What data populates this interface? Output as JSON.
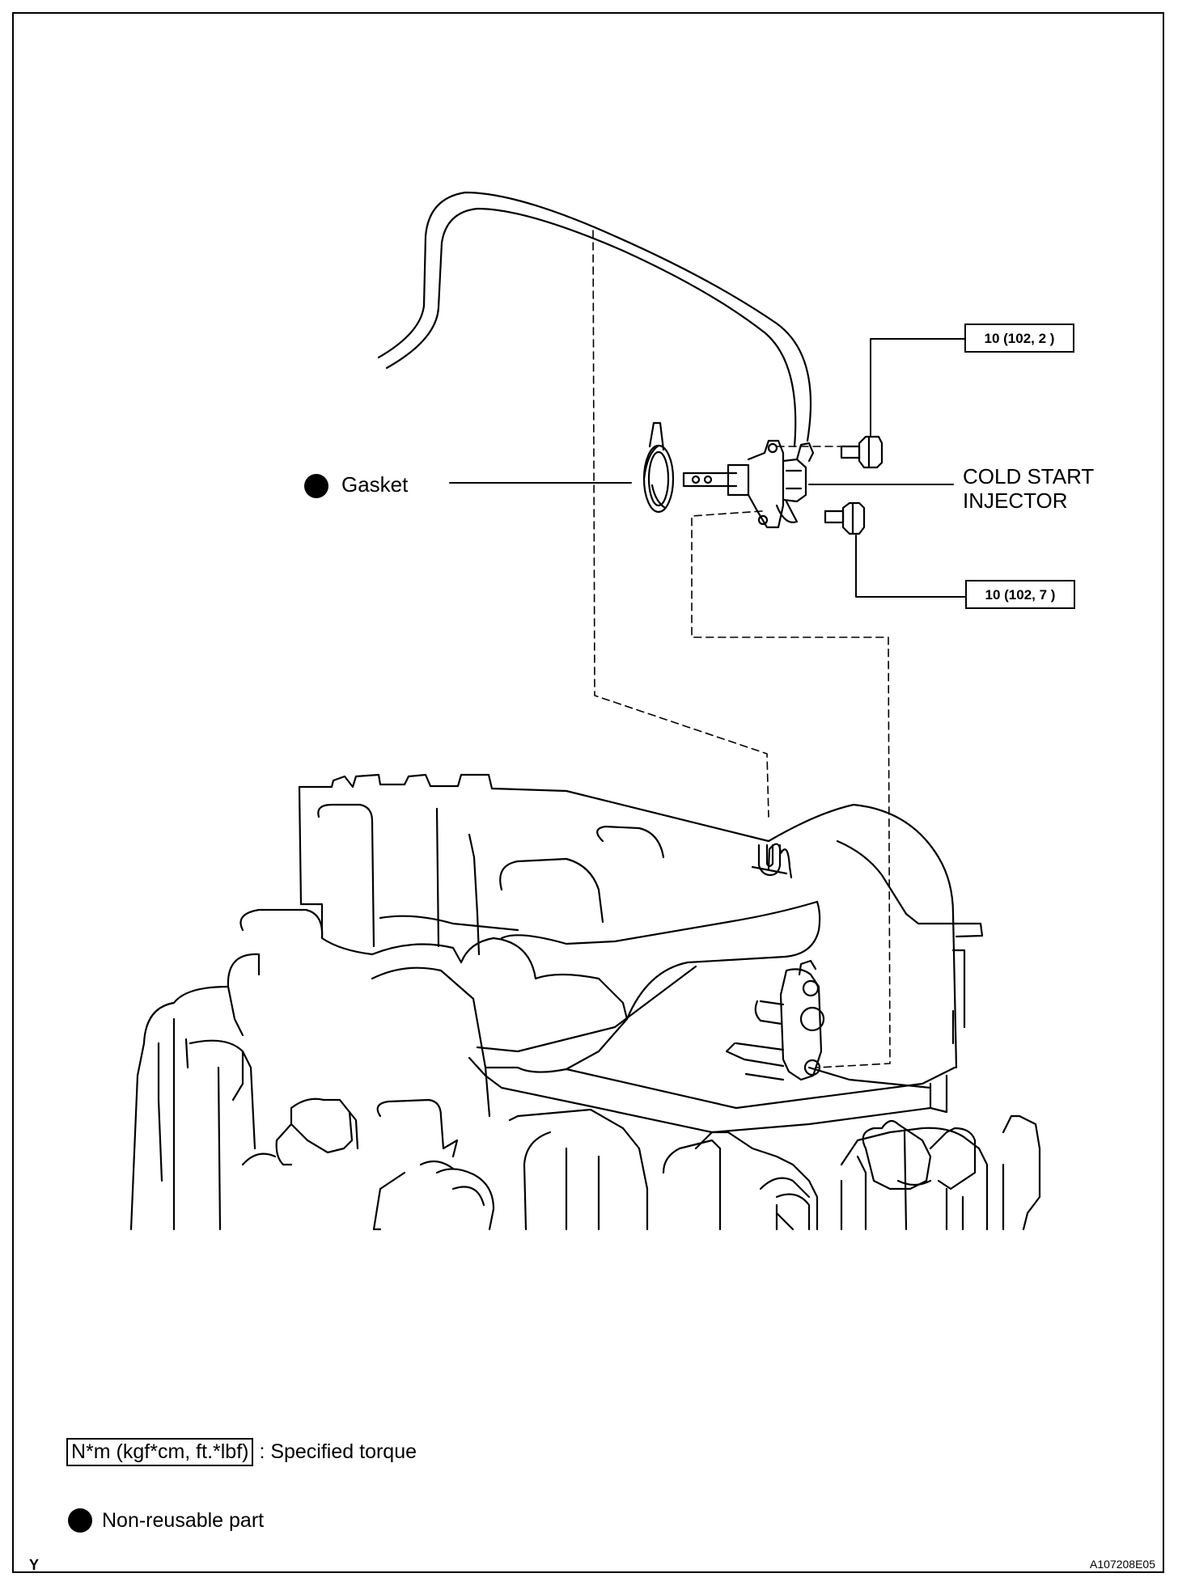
{
  "labels": {
    "gasket": "Gasket",
    "injector_line1": "COLD START",
    "injector_line2": "INJECTOR"
  },
  "torque_specs": {
    "upper_bolt": "10 (102, 2 )",
    "lower_bolt": "10 (102, 7 )"
  },
  "legend": {
    "torque_units": "N*m (kgf*cm, ft.*lbf)",
    "torque_desc": ": Specified torque",
    "nonreusable": "Non-reusable part"
  },
  "corner": {
    "left": "Y",
    "right": "A107208E05"
  },
  "icons": [
    "non-reusable-dot-icon"
  ]
}
